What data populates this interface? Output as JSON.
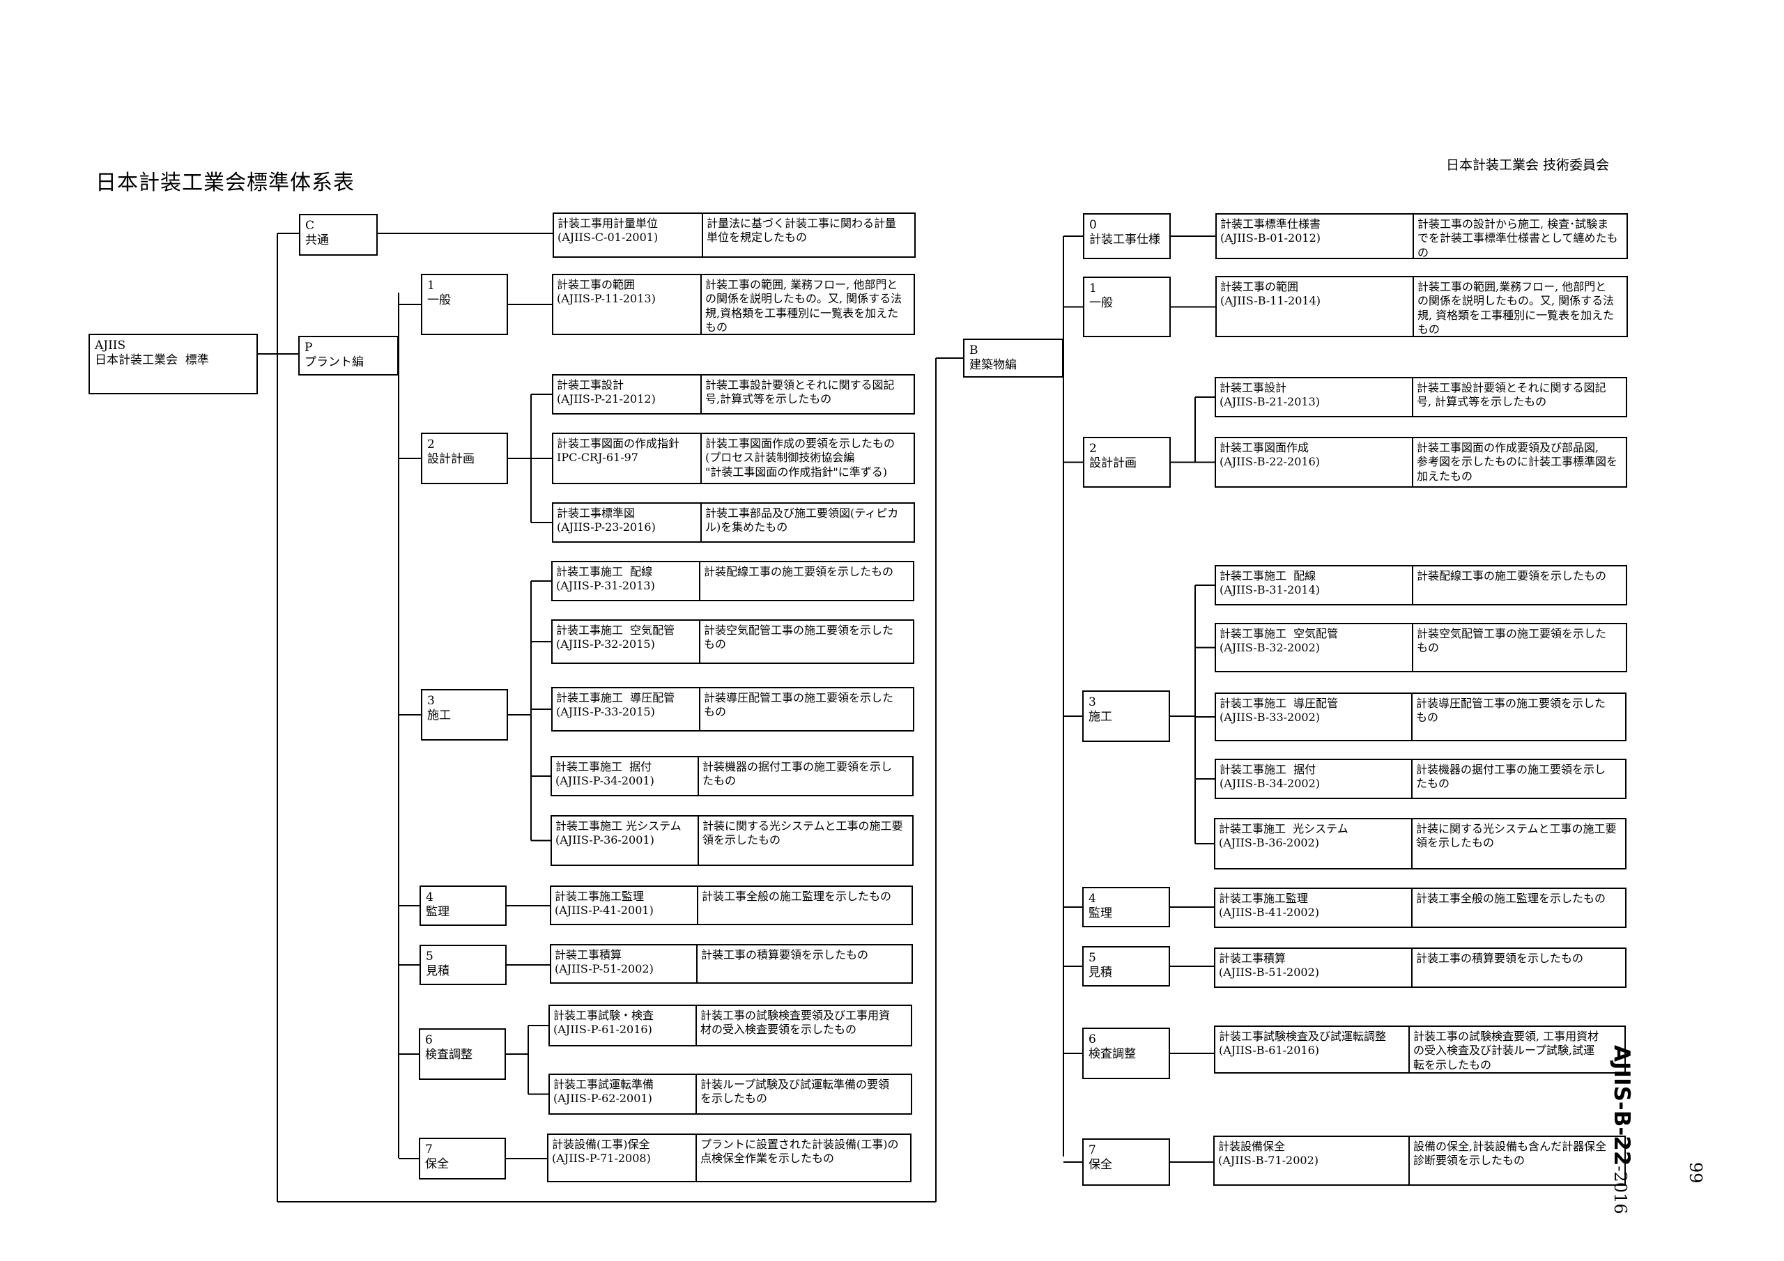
{
  "header": {
    "title": "日本計装工業会標準体系表",
    "organization": "日本計装工業会  技術委員会"
  },
  "root": "AJIIS\n日本計装工業会  標準",
  "plant_side": {
    "common": {
      "label": "C\n共通",
      "docs": [
        {
          "title": "計装工事用計量単位\n(AJIIS-C-01-2001)",
          "desc": "計量法に基づく計装工事に関わる計量\n単位を規定したもの"
        }
      ]
    },
    "branch": "P\nプラント編",
    "groups": [
      {
        "label": "1\n一般",
        "docs": [
          {
            "title": "計装工事の範囲\n(AJIIS-P-11-2013)",
            "desc": "計装工事の範囲, 業務フロー, 他部門と\nの関係を説明したもの。又, 関係する法\n規,資格類を工事種別に一覧表を加えた\nもの"
          }
        ]
      },
      {
        "label": "2\n設計計画",
        "docs": [
          {
            "title": "計装工事設計\n(AJIIS-P-21-2012)",
            "desc": "計装工事設計要領とそれに関する図記\n号,計算式等を示したもの"
          },
          {
            "title": "計装工事図面の作成指針\nIPC-CRJ-61-97",
            "desc": "計装工事図面作成の要領を示したもの\n(プロセス計装制御技術協会編\n\"計装工事図面の作成指針\"に準ずる)"
          },
          {
            "title": "計装工事標準図\n(AJIIS-P-23-2016)",
            "desc": "計装工事部品及び施工要領図(ティピカ\nル)を集めたもの"
          }
        ]
      },
      {
        "label": "3\n施工",
        "docs": [
          {
            "title": "計装工事施工  配線\n(AJIIS-P-31-2013)",
            "desc": "計装配線工事の施工要領を示したもの"
          },
          {
            "title": "計装工事施工  空気配管\n(AJIIS-P-32-2015)",
            "desc": "計装空気配管工事の施工要領を示した\nもの"
          },
          {
            "title": "計装工事施工  導圧配管\n(AJIIS-P-33-2015)",
            "desc": "計装導圧配管工事の施工要領を示した\nもの"
          },
          {
            "title": "計装工事施工  据付\n(AJIIS-P-34-2001)",
            "desc": "計装機器の据付工事の施工要領を示し\nたもの"
          },
          {
            "title": "計装工事施工 光システム\n(AJIIS-P-36-2001)",
            "desc": "計装に関する光システムと工事の施工要\n領を示したもの"
          }
        ]
      },
      {
        "label": "4\n監理",
        "docs": [
          {
            "title": "計装工事施工監理\n(AJIIS-P-41-2001)",
            "desc": "計装工事全般の施工監理を示したもの"
          }
        ]
      },
      {
        "label": "5\n見積",
        "docs": [
          {
            "title": "計装工事積算\n(AJIIS-P-51-2002)",
            "desc": "計装工事の積算要領を示したもの"
          }
        ]
      },
      {
        "label": "6\n検査調整",
        "docs": [
          {
            "title": "計装工事試験・検査\n(AJIIS-P-61-2016)",
            "desc": "計装工事の試験検査要領及び工事用資\n材の受入検査要領を示したもの"
          },
          {
            "title": "計装工事試運転準備\n(AJIIS-P-62-2001)",
            "desc": "計装ループ試験及び試運転準備の要領\nを示したもの"
          }
        ]
      },
      {
        "label": "7\n保全",
        "docs": [
          {
            "title": "計装設備(工事)保全\n(AJIIS-P-71-2008)",
            "desc": "プラントに設置された計装設備(工事)の\n点検保全作業を示したもの"
          }
        ]
      }
    ]
  },
  "building_side": {
    "branch": "B\n建築物編",
    "groups": [
      {
        "label": "0\n計装工事仕様",
        "docs": [
          {
            "title": "計装工事標準仕様書\n(AJIIS-B-01-2012)",
            "desc": "計装工事の設計から施工, 検査･試験ま\nでを計装工事標準仕様書として纏めたも\nの"
          }
        ]
      },
      {
        "label": "1\n一般",
        "docs": [
          {
            "title": "計装工事の範囲\n(AJIIS-B-11-2014)",
            "desc": "計装工事の範囲,業務フロー, 他部門と\nの関係を説明したもの。又, 関係する法\n規, 資格類を工事種別に一覧表を加えた\nもの"
          }
        ]
      },
      {
        "label": "2\n設計計画",
        "docs": [
          {
            "title": "計装工事設計\n(AJIIS-B-21-2013)",
            "desc": "計装工事設計要領とそれに関する図記\n号, 計算式等を示したもの"
          },
          {
            "title": "計装工事図面作成\n(AJIIS-B-22-2016)",
            "desc": "計装工事図面の作成要領及び部品図,\n参考図を示したものに計装工事標準図を\n加えたもの"
          }
        ]
      },
      {
        "label": "3\n施工",
        "docs": [
          {
            "title": "計装工事施工  配線\n(AJIIS-B-31-2014)",
            "desc": "計装配線工事の施工要領を示したもの"
          },
          {
            "title": "計装工事施工  空気配管\n(AJIIS-B-32-2002)",
            "desc": "計装空気配管工事の施工要領を示した\nもの"
          },
          {
            "title": "計装工事施工  導圧配管\n(AJIIS-B-33-2002)",
            "desc": "計装導圧配管工事の施工要領を示した\nもの"
          },
          {
            "title": "計装工事施工  据付\n(AJIIS-B-34-2002)",
            "desc": "計装機器の据付工事の施工要領を示し\nたもの"
          },
          {
            "title": "計装工事施工  光システム\n(AJIIS-B-36-2002)",
            "desc": "計装に関する光システムと工事の施工要\n領を示したもの"
          }
        ]
      },
      {
        "label": "4\n監理",
        "docs": [
          {
            "title": "計装工事施工監理\n(AJIIS-B-41-2002)",
            "desc": "計装工事全般の施工監理を示したもの"
          }
        ]
      },
      {
        "label": "5\n見積",
        "docs": [
          {
            "title": "計装工事積算\n(AJIIS-B-51-2002)",
            "desc": "計装工事の積算要領を示したもの"
          }
        ]
      },
      {
        "label": "6\n検査調整",
        "docs": [
          {
            "title": "計装工事試験検査及び試運転調整\n(AJIIS-B-61-2016)",
            "desc": "計装工事の試験検査要領, 工事用資材\nの受入検査及び計装ループ試験,試運\n転を示したもの"
          }
        ]
      },
      {
        "label": "7\n保全",
        "docs": [
          {
            "title": "計装設備保全\n(AJIIS-B-71-2002)",
            "desc": "設備の保全,計装設備も含んだ計器保全\n診断要領を示したもの"
          }
        ]
      }
    ]
  },
  "footer": {
    "doc_id": "AJIIS-B-22",
    "doc_year": "-2016",
    "page_number": "99"
  }
}
